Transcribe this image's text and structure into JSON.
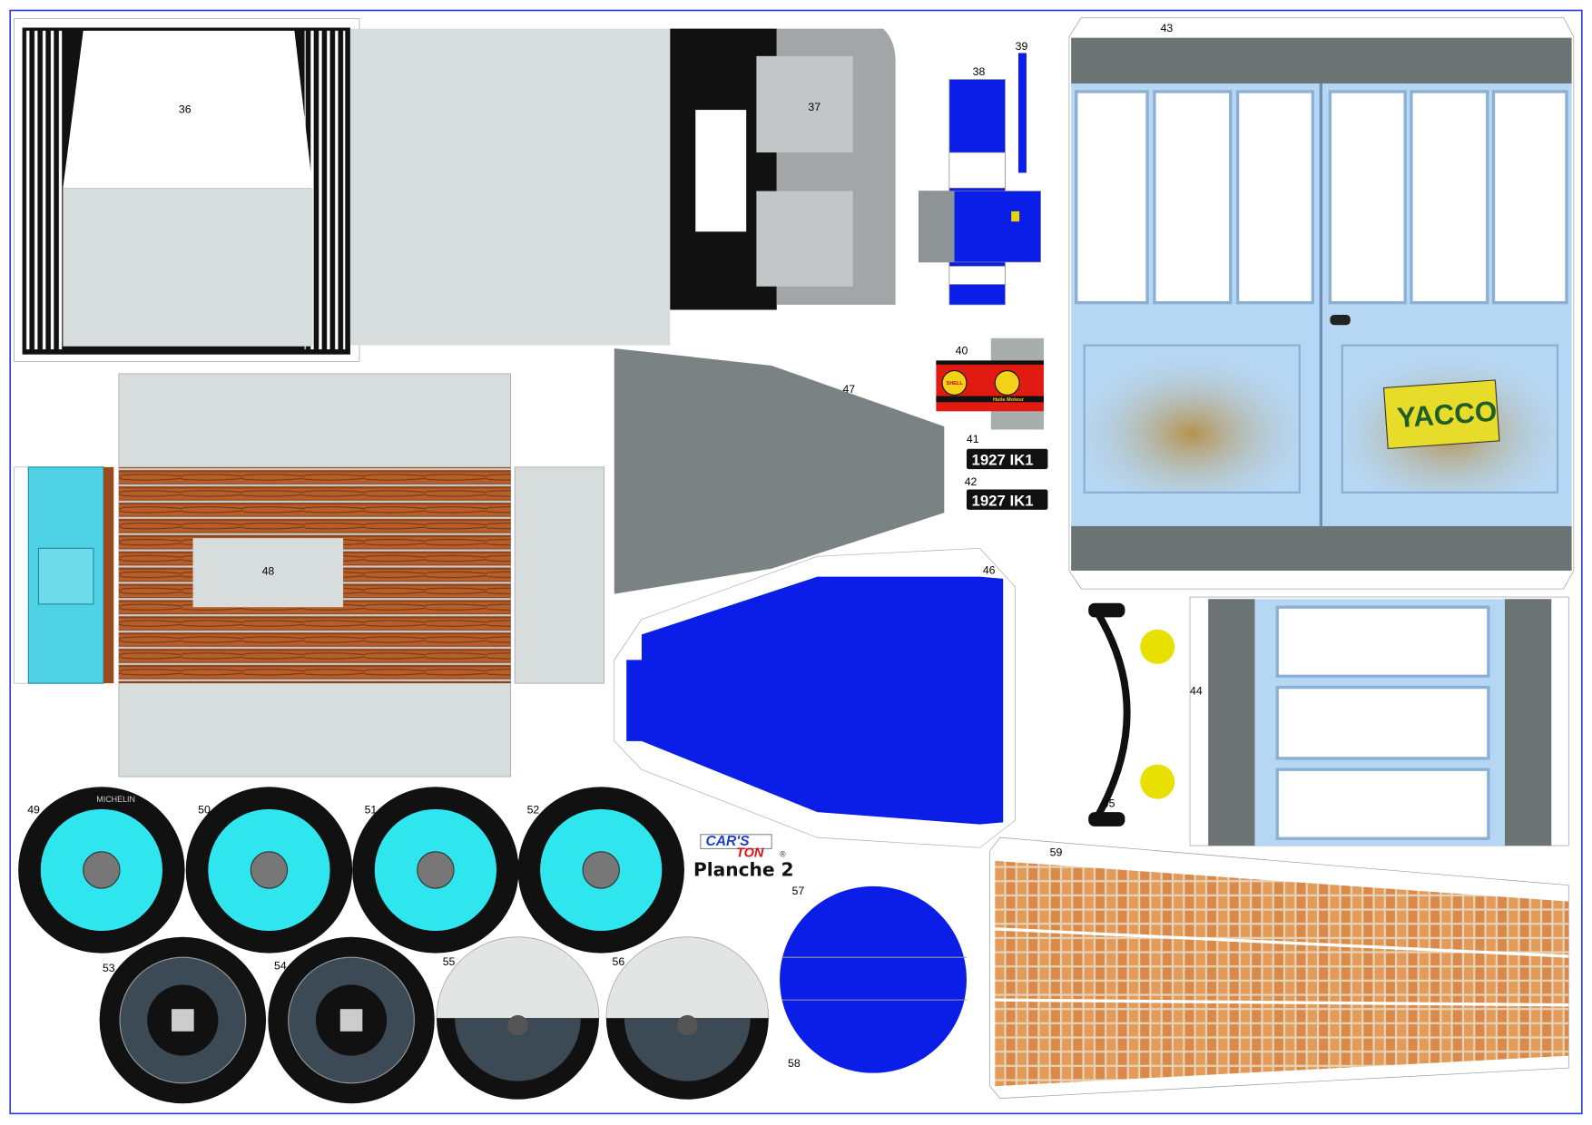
{
  "sheet": {
    "title": "Planche 2",
    "brand_top": "CAR'S",
    "brand_bottom": "TON",
    "registered": "®"
  },
  "parts": {
    "p36": "36",
    "p37": "37",
    "p38": "38",
    "p39": "39",
    "p40": "40",
    "p41": "41",
    "p42": "42",
    "p43": "43",
    "p44": "44",
    "p45": "45",
    "p46": "46",
    "p47": "47",
    "p48": "48",
    "p49": "49",
    "p50": "50",
    "p51": "51",
    "p52": "52",
    "p53": "53",
    "p54": "54",
    "p55": "55",
    "p56": "56",
    "p57": "57",
    "p58": "58",
    "p59": "59"
  },
  "plates": {
    "plate41": "1927 IK1",
    "plate42": "1927 IK1"
  },
  "oil_can": {
    "brand": "SHELL",
    "caption": "Huile Moteur"
  },
  "sign": {
    "brand": "YACCO"
  },
  "tyre_brand": "MICHELIN",
  "colors": {
    "border": "#3344cc",
    "blue": "#0a1ee8",
    "cyan": "#2fe6ef",
    "gray_dark": "#6b7374",
    "gray_light": "#d7dcdc",
    "door_blue": "#b6d7f4",
    "wood": "#9a4a1c",
    "brick": "#d9884a",
    "oil_red": "#e21b12"
  }
}
